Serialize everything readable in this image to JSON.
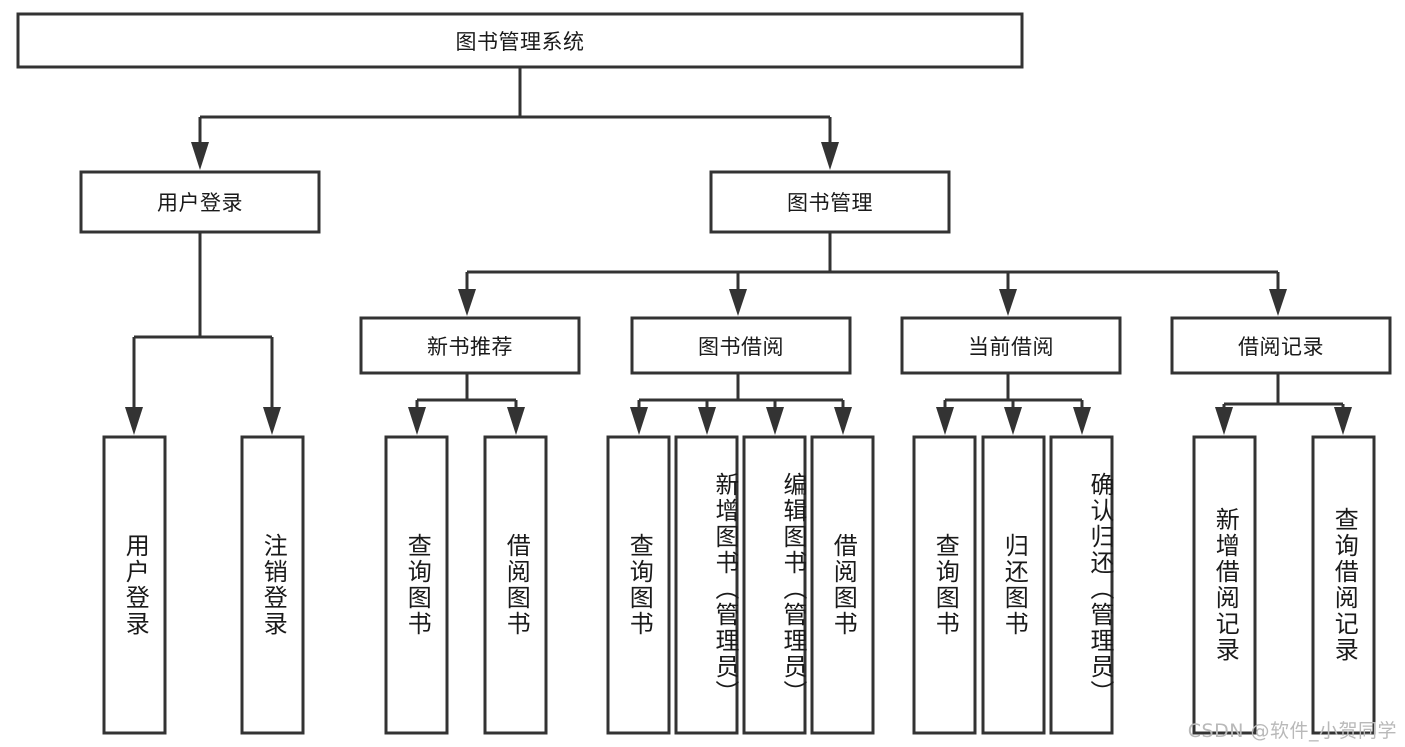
{
  "diagram": {
    "title": "图书管理系统",
    "type": "tree-hierarchy",
    "colors": {
      "stroke": "#333333",
      "fill": "#ffffff",
      "text": "#1a1a1a",
      "watermark": "#b9b9b9"
    },
    "root": {
      "label": "图书管理系统"
    },
    "level2": [
      {
        "label": "用户登录"
      },
      {
        "label": "图书管理"
      }
    ],
    "level3": [
      {
        "label": "新书推荐"
      },
      {
        "label": "图书借阅"
      },
      {
        "label": "当前借阅"
      },
      {
        "label": "借阅记录"
      }
    ],
    "leaves": {
      "user_login": [
        {
          "label": "用户登录"
        },
        {
          "label": "注销登录"
        }
      ],
      "new_book_recommend": [
        {
          "label": "查询图书"
        },
        {
          "label": "借阅图书"
        }
      ],
      "book_borrow": [
        {
          "label": "查询图书"
        },
        {
          "label": "新增图书（管理员）"
        },
        {
          "label": "编辑图书（管理员）"
        },
        {
          "label": "借阅图书"
        }
      ],
      "current_borrow": [
        {
          "label": "查询图书"
        },
        {
          "label": "归还图书"
        },
        {
          "label": "确认归还（管理员）"
        }
      ],
      "borrow_record": [
        {
          "label": "新增借阅记录"
        },
        {
          "label": "查询借阅记录"
        }
      ]
    }
  },
  "watermark": {
    "text": "CSDN @软件_小贺同学"
  }
}
